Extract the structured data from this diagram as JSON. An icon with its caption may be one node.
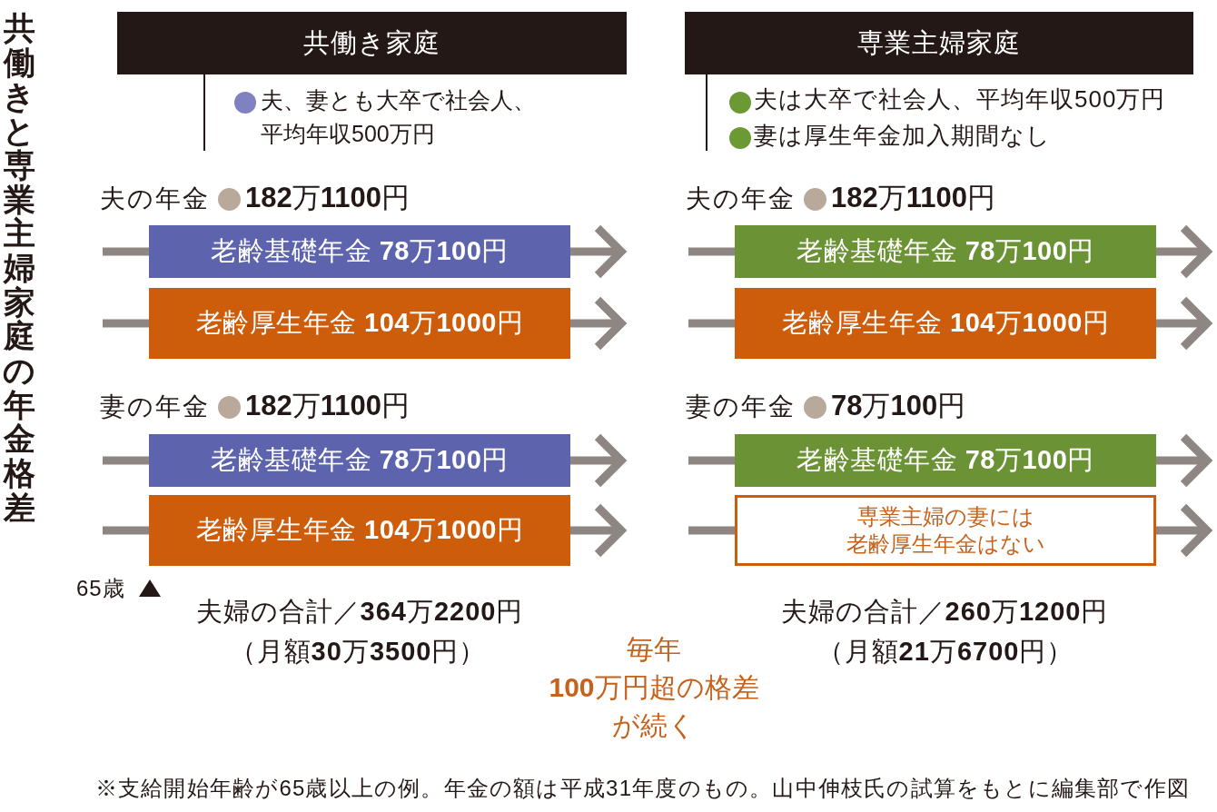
{
  "diagram": {
    "title": "共働きと専業主婦家庭の年金格差",
    "caption": "※支給開始年齢が65歳以上の例。年金の額は平成31年度のもの。山中伸枝氏の試算をもとに編集部で作図",
    "nodes": [
      {
        "text": [
          "共働き家庭"
        ],
        "beside": [
          "夫、妻とも大卒で社会人、平均年収500万円"
        ]
      },
      {
        "text": [
          "専業主婦家庭"
        ],
        "beside": [
          "夫は大卒で社会人、平均年収500万円",
          "妻は厚生年金加入期間なし"
        ]
      },
      {
        "text": [
          "老齢基礎年金 **78**万**100**円"
        ]
      },
      {
        "text": [
          "老齢基礎年金 **78**万**100**円"
        ]
      },
      {
        "text": [
          "老齢厚生年金 **104**万**1000**円"
        ]
      },
      {
        "text": [
          "老齢厚生年金 **104**万**1000**円"
        ]
      },
      {
        "text": [
          "老齢基礎年金 **78**万**100**円"
        ]
      },
      {
        "text": [
          "老齢基礎年金 **78**万**100**円"
        ]
      },
      {
        "text": [
          "老齢厚生年金 **104**万**1000**円"
        ]
      },
      {
        "text": [
          "専業主婦の妻には老齢厚生年金はない"
        ]
      }
    ],
    "labels": [
      "夫の年金",
      "**182**万**1100**円",
      "夫の年金",
      "**182**万**1100**円",
      "妻の年金",
      "**182**万**1100**円",
      "妻の年金",
      "**78**万**100**円",
      "65歳",
      "夫婦の合計／**364**万**2200**円",
      "夫婦の合計／**260**万**1200**円",
      "（月額**30**万**3500**円）",
      "毎年**100**万円超の格差が続く",
      "（月額**21**万**6700**円）"
    ]
  }
}
